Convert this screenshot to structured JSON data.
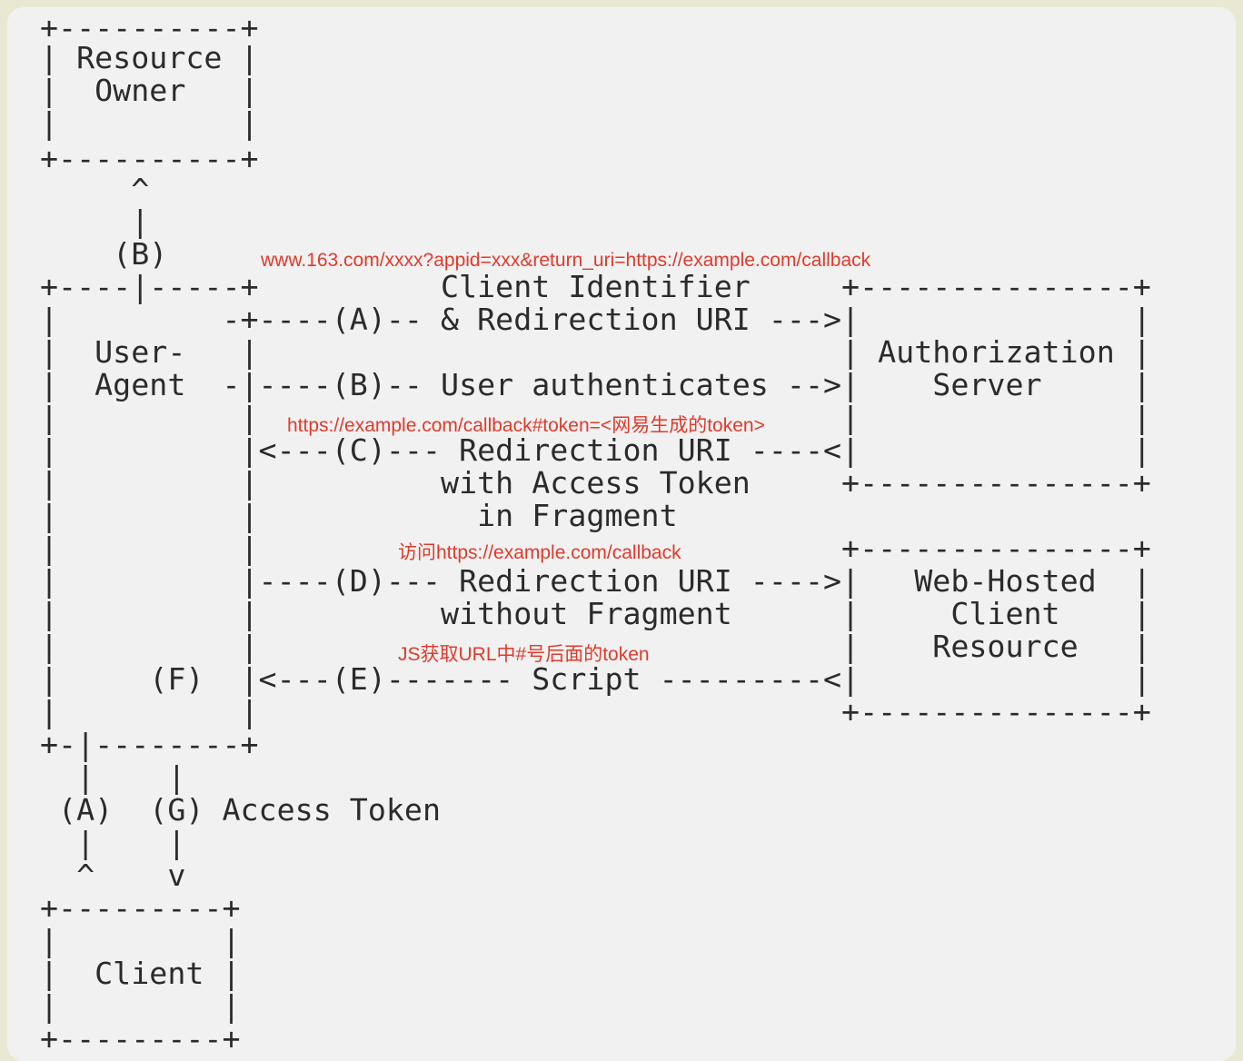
{
  "diagram": {
    "lines": [
      "+----------+",
      "| Resource |",
      "|  Owner   |",
      "|          |",
      "+----------+",
      "     ^",
      "     |",
      "    (B)",
      "+----|-----+          Client Identifier     +---------------+",
      "|         -+----(A)-- & Redirection URI --->|               |",
      "|  User-   |                                | Authorization |",
      "|  Agent  -|----(B)-- User authenticates -->|    Server     |",
      "|          |                                |               |",
      "|          |<---(C)--- Redirection URI ----<|               |",
      "|          |          with Access Token     +---------------+",
      "|          |            in Fragment",
      "|          |                                +---------------+",
      "|          |----(D)--- Redirection URI ---->|   Web-Hosted  |",
      "|          |          without Fragment      |     Client    |",
      "|          |                                |    Resource   |",
      "|     (F)  |<---(E)------- Script ---------<|               |",
      "|          |                                +---------------+",
      "+-|--------+",
      "  |    |",
      " (A)  (G) Access Token",
      "  |    |",
      "  ^    v",
      "+---------+",
      "|         |",
      "|  Client |",
      "|         |",
      "+---------+"
    ],
    "annotations": [
      "www.163.com/xxxx?appid=xxx&return_uri=https://example.com/callback",
      "https://example.com/callback#token=<网易生成的token>",
      "访问https://example.com/callback",
      "JS获取URL中#号后面的token"
    ],
    "colors": {
      "background": "#e9e9d3",
      "panel": "#f1f1f1",
      "text": "#2b2b2b",
      "annotation": "#e03a2b"
    }
  }
}
